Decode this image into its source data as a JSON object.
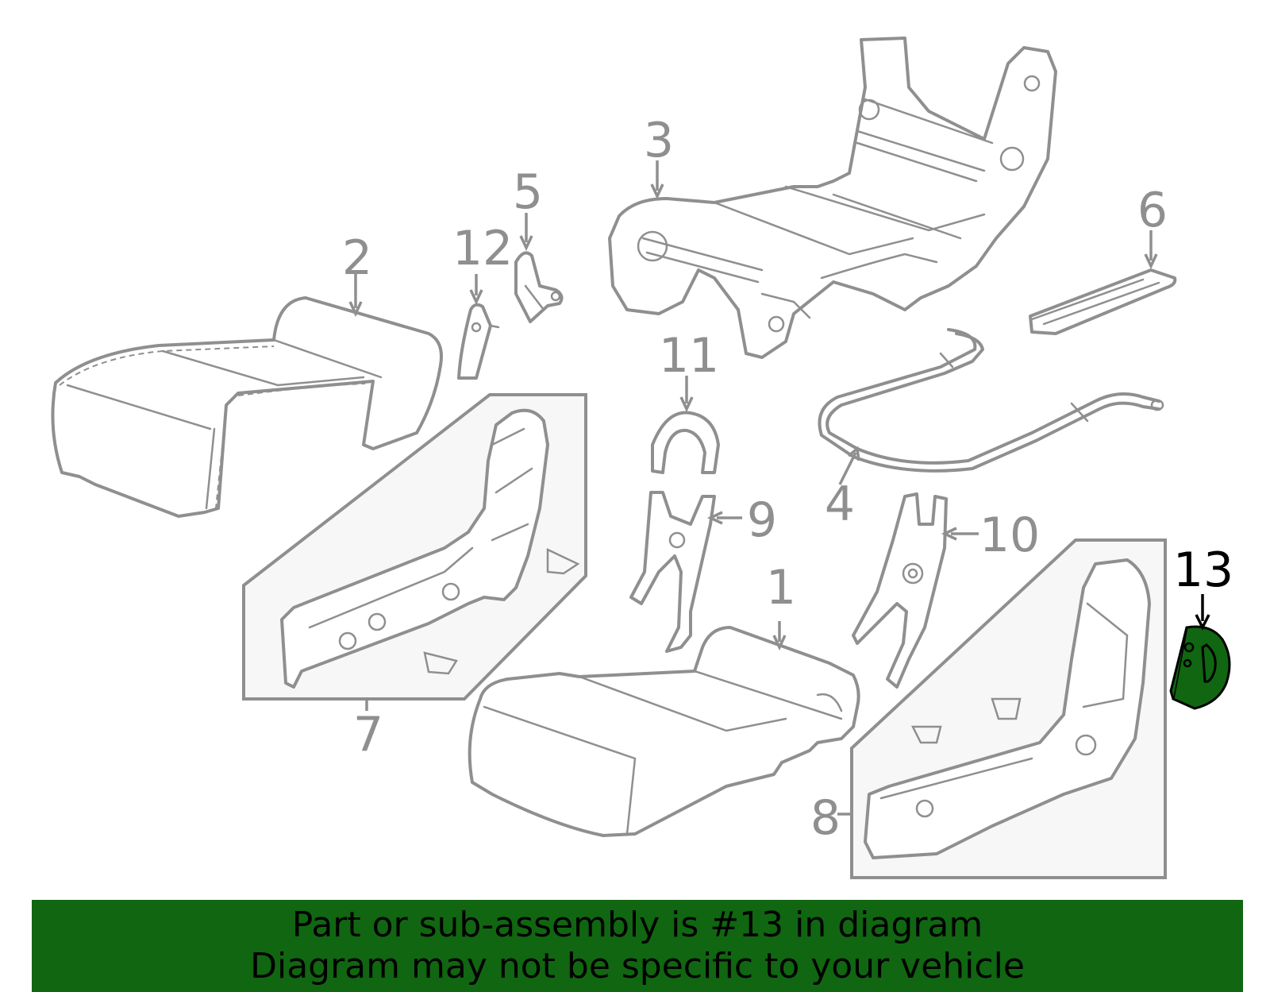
{
  "diagram": {
    "highlight_color": "#116611",
    "line_color": "#8f8f8f",
    "highlighted_part": "13",
    "callouts": [
      {
        "id": "c1",
        "label": "1"
      },
      {
        "id": "c2",
        "label": "2"
      },
      {
        "id": "c3",
        "label": "3"
      },
      {
        "id": "c4",
        "label": "4"
      },
      {
        "id": "c5",
        "label": "5"
      },
      {
        "id": "c6",
        "label": "6"
      },
      {
        "id": "c7",
        "label": "7"
      },
      {
        "id": "c8",
        "label": "8"
      },
      {
        "id": "c9",
        "label": "9"
      },
      {
        "id": "c10",
        "label": "10"
      },
      {
        "id": "c11",
        "label": "11"
      },
      {
        "id": "c12",
        "label": "12"
      },
      {
        "id": "c13",
        "label": "13"
      }
    ]
  },
  "banner": {
    "line1": "Part or sub-assembly is #13 in diagram",
    "line2": "Diagram may not be specific to your vehicle",
    "background": "#116611"
  }
}
